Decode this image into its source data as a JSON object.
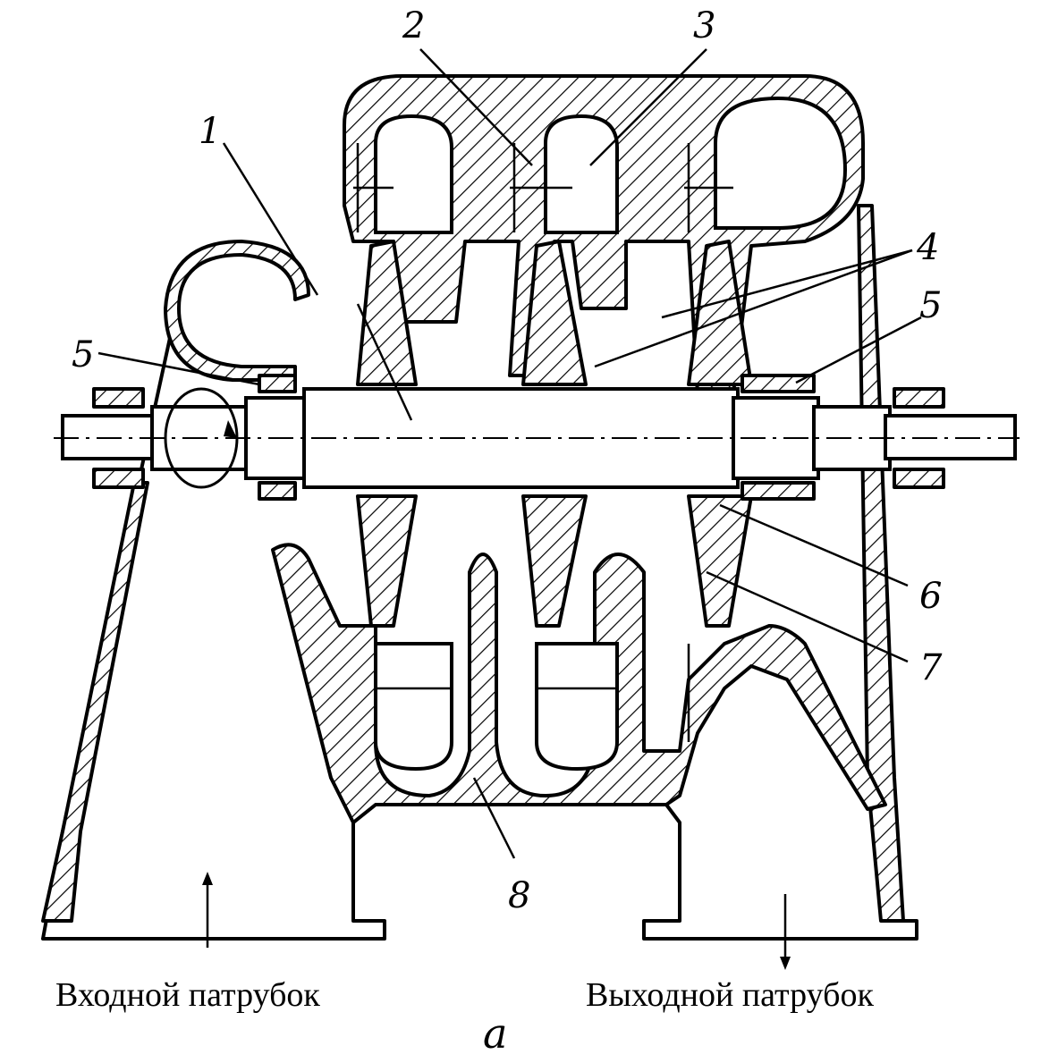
{
  "labels": {
    "l1": "1",
    "l2": "2",
    "l3": "3",
    "l4": "4",
    "l5_left": "5",
    "l5_right": "5",
    "l6": "6",
    "l7": "7",
    "l8": "8"
  },
  "captions": {
    "inlet": "Входной патрубок",
    "outlet": "Выходной патрубок",
    "sub": "а"
  }
}
